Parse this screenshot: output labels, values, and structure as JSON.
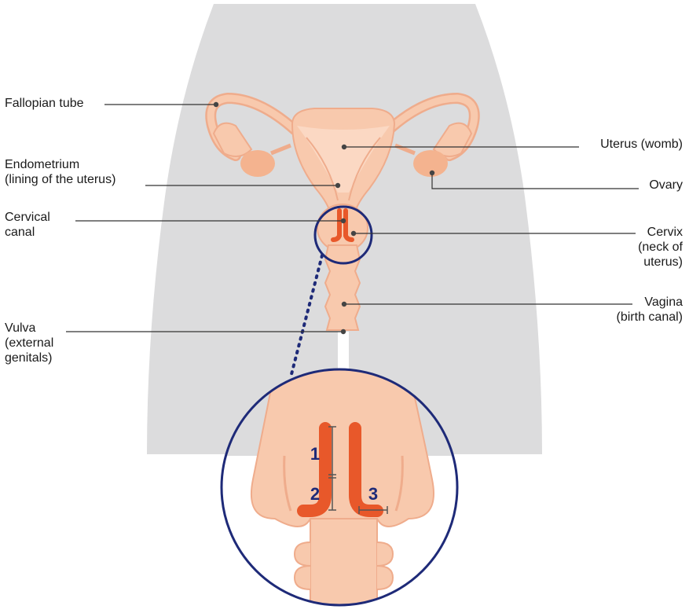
{
  "labels": {
    "fallopian_tube": "Fallopian tube",
    "endometrium_1": "Endometrium",
    "endometrium_2": "(lining of the uterus)",
    "cervical_canal_1": "Cervical",
    "cervical_canal_2": "canal",
    "vulva_1": "Vulva",
    "vulva_2": "(external",
    "vulva_3": "genitals)",
    "uterus": "Uterus (womb)",
    "ovary": "Ovary",
    "cervix_1": "Cervix",
    "cervix_2": "(neck of",
    "cervix_3": "uterus)",
    "vagina_1": "Vagina",
    "vagina_2": "(birth canal)"
  },
  "zoom_numbers": {
    "n1": "1",
    "n2": "2",
    "n3": "3"
  },
  "colors": {
    "silhouette": "#dcdcdd",
    "tissue": "#f8c9ad",
    "tissue_dark": "#efac8c",
    "cervix_red": "#e8582a",
    "circle": "#1e2a78",
    "leader": "#333333"
  }
}
